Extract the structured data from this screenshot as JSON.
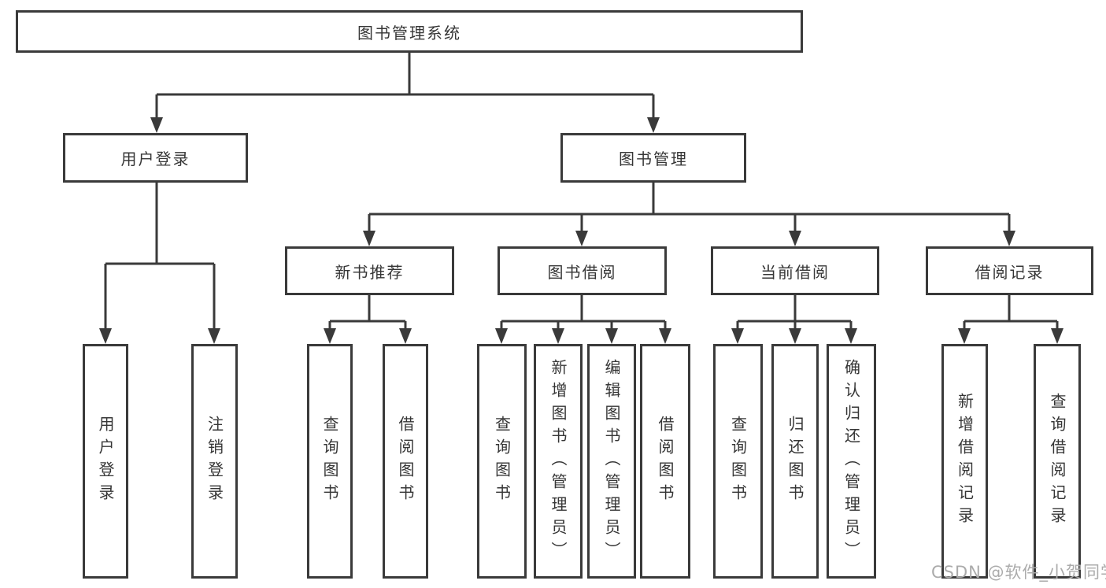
{
  "diagram_title": "图书管理系统",
  "watermark": "CSDN @软件_小贺同学",
  "colors": {
    "line": "#3a3a3a",
    "box_border": "#3a3a3a",
    "box_fill": "#ffffff",
    "text": "#363636",
    "watermark": "#ababab"
  },
  "tree": {
    "root": "图书管理系统",
    "branches": [
      {
        "label": "用户登录",
        "children": [
          "用户登录",
          "注销登录"
        ]
      },
      {
        "label": "图书管理",
        "groups": [
          {
            "label": "新书推荐",
            "children": [
              "查询图书",
              "借阅图书"
            ]
          },
          {
            "label": "图书借阅",
            "children": [
              "查询图书",
              "新增图书（管理员）",
              "编辑图书（管理员）",
              "借阅图书"
            ]
          },
          {
            "label": "当前借阅",
            "children": [
              "查询图书",
              "归还图书",
              "确认归还（管理员）"
            ]
          },
          {
            "label": "借阅记录",
            "children": [
              "新增借阅记录",
              "查询借阅记录"
            ]
          }
        ]
      }
    ]
  }
}
